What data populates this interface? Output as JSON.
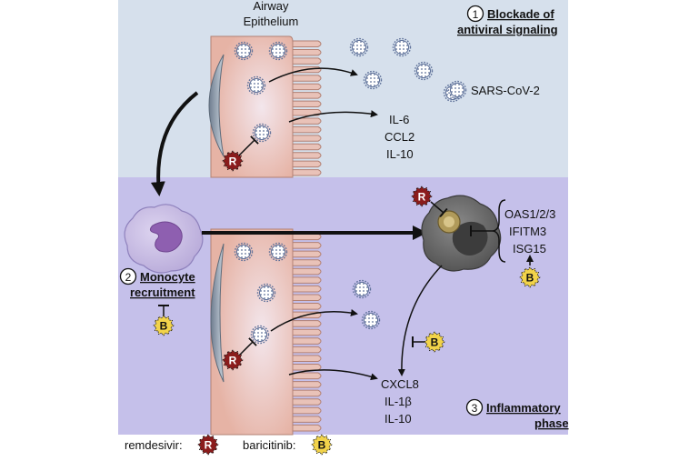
{
  "colors": {
    "top_background": "#d6e0ec",
    "bottom_background": "#c5c0ea",
    "epithelium": "#e6b3a5",
    "monocyte": "#c9bde3",
    "monocyte_nucleus": "#8e5fb0",
    "infected_cell": "#6a6a6a",
    "remdesivir": "#8b1c1c",
    "baricitinib": "#f2d34a",
    "virus": "#5b6e97"
  },
  "labels": {
    "epithelium": [
      "Airway",
      "Epithelium"
    ],
    "virus": "SARS-CoV-2",
    "cytokines_top": [
      "IL-6",
      "CCL2",
      "IL-10"
    ],
    "isg": [
      "OAS1/2/3",
      "IFITM3",
      "ISG15"
    ],
    "cytokines_bottom": [
      "CXCL8",
      "IL-1β",
      "IL-10"
    ]
  },
  "sections": {
    "blockade": {
      "number": "1",
      "lines": [
        "Blockade of",
        "antiviral signaling"
      ]
    },
    "monocyte": {
      "number": "2",
      "lines": [
        "Monocyte",
        "recruitment"
      ]
    },
    "inflammatory": {
      "number": "3",
      "lines": [
        "Inflammatory",
        "phase"
      ]
    }
  },
  "drugs": {
    "remdesivir": {
      "label": "remdesivir:",
      "letter": "R"
    },
    "baricitinib": {
      "label": "baricitinib:",
      "letter": "B"
    }
  }
}
